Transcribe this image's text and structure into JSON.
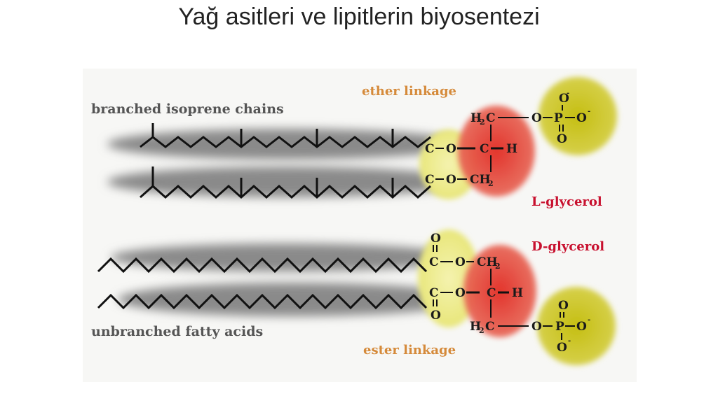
{
  "slide": {
    "title": "Yağ asitleri ve lipitlerin biyosentezi"
  },
  "labels": {
    "branched": "branched isoprene chains",
    "ether": "ether linkage",
    "l_glycerol": "L-glycerol",
    "d_glycerol": "D-glycerol",
    "unbranched": "unbranched fatty acids",
    "ester": "ester linkage"
  },
  "chem": {
    "H2C": "H",
    "two": "2",
    "C": "C",
    "O": "O",
    "H": "H",
    "P": "P",
    "CH": "CH",
    "dash": "–",
    "minus": "-"
  },
  "colors": {
    "chain_shadow": "#8c8c8c",
    "linkage_yellow": "#f2f0a8",
    "glycerol_red": "#e23a2e",
    "phosphate_olive": "#c9c21a",
    "linkage_label": "#d58a3a",
    "glycerol_label": "#c8102e",
    "text_dark": "#555555"
  }
}
